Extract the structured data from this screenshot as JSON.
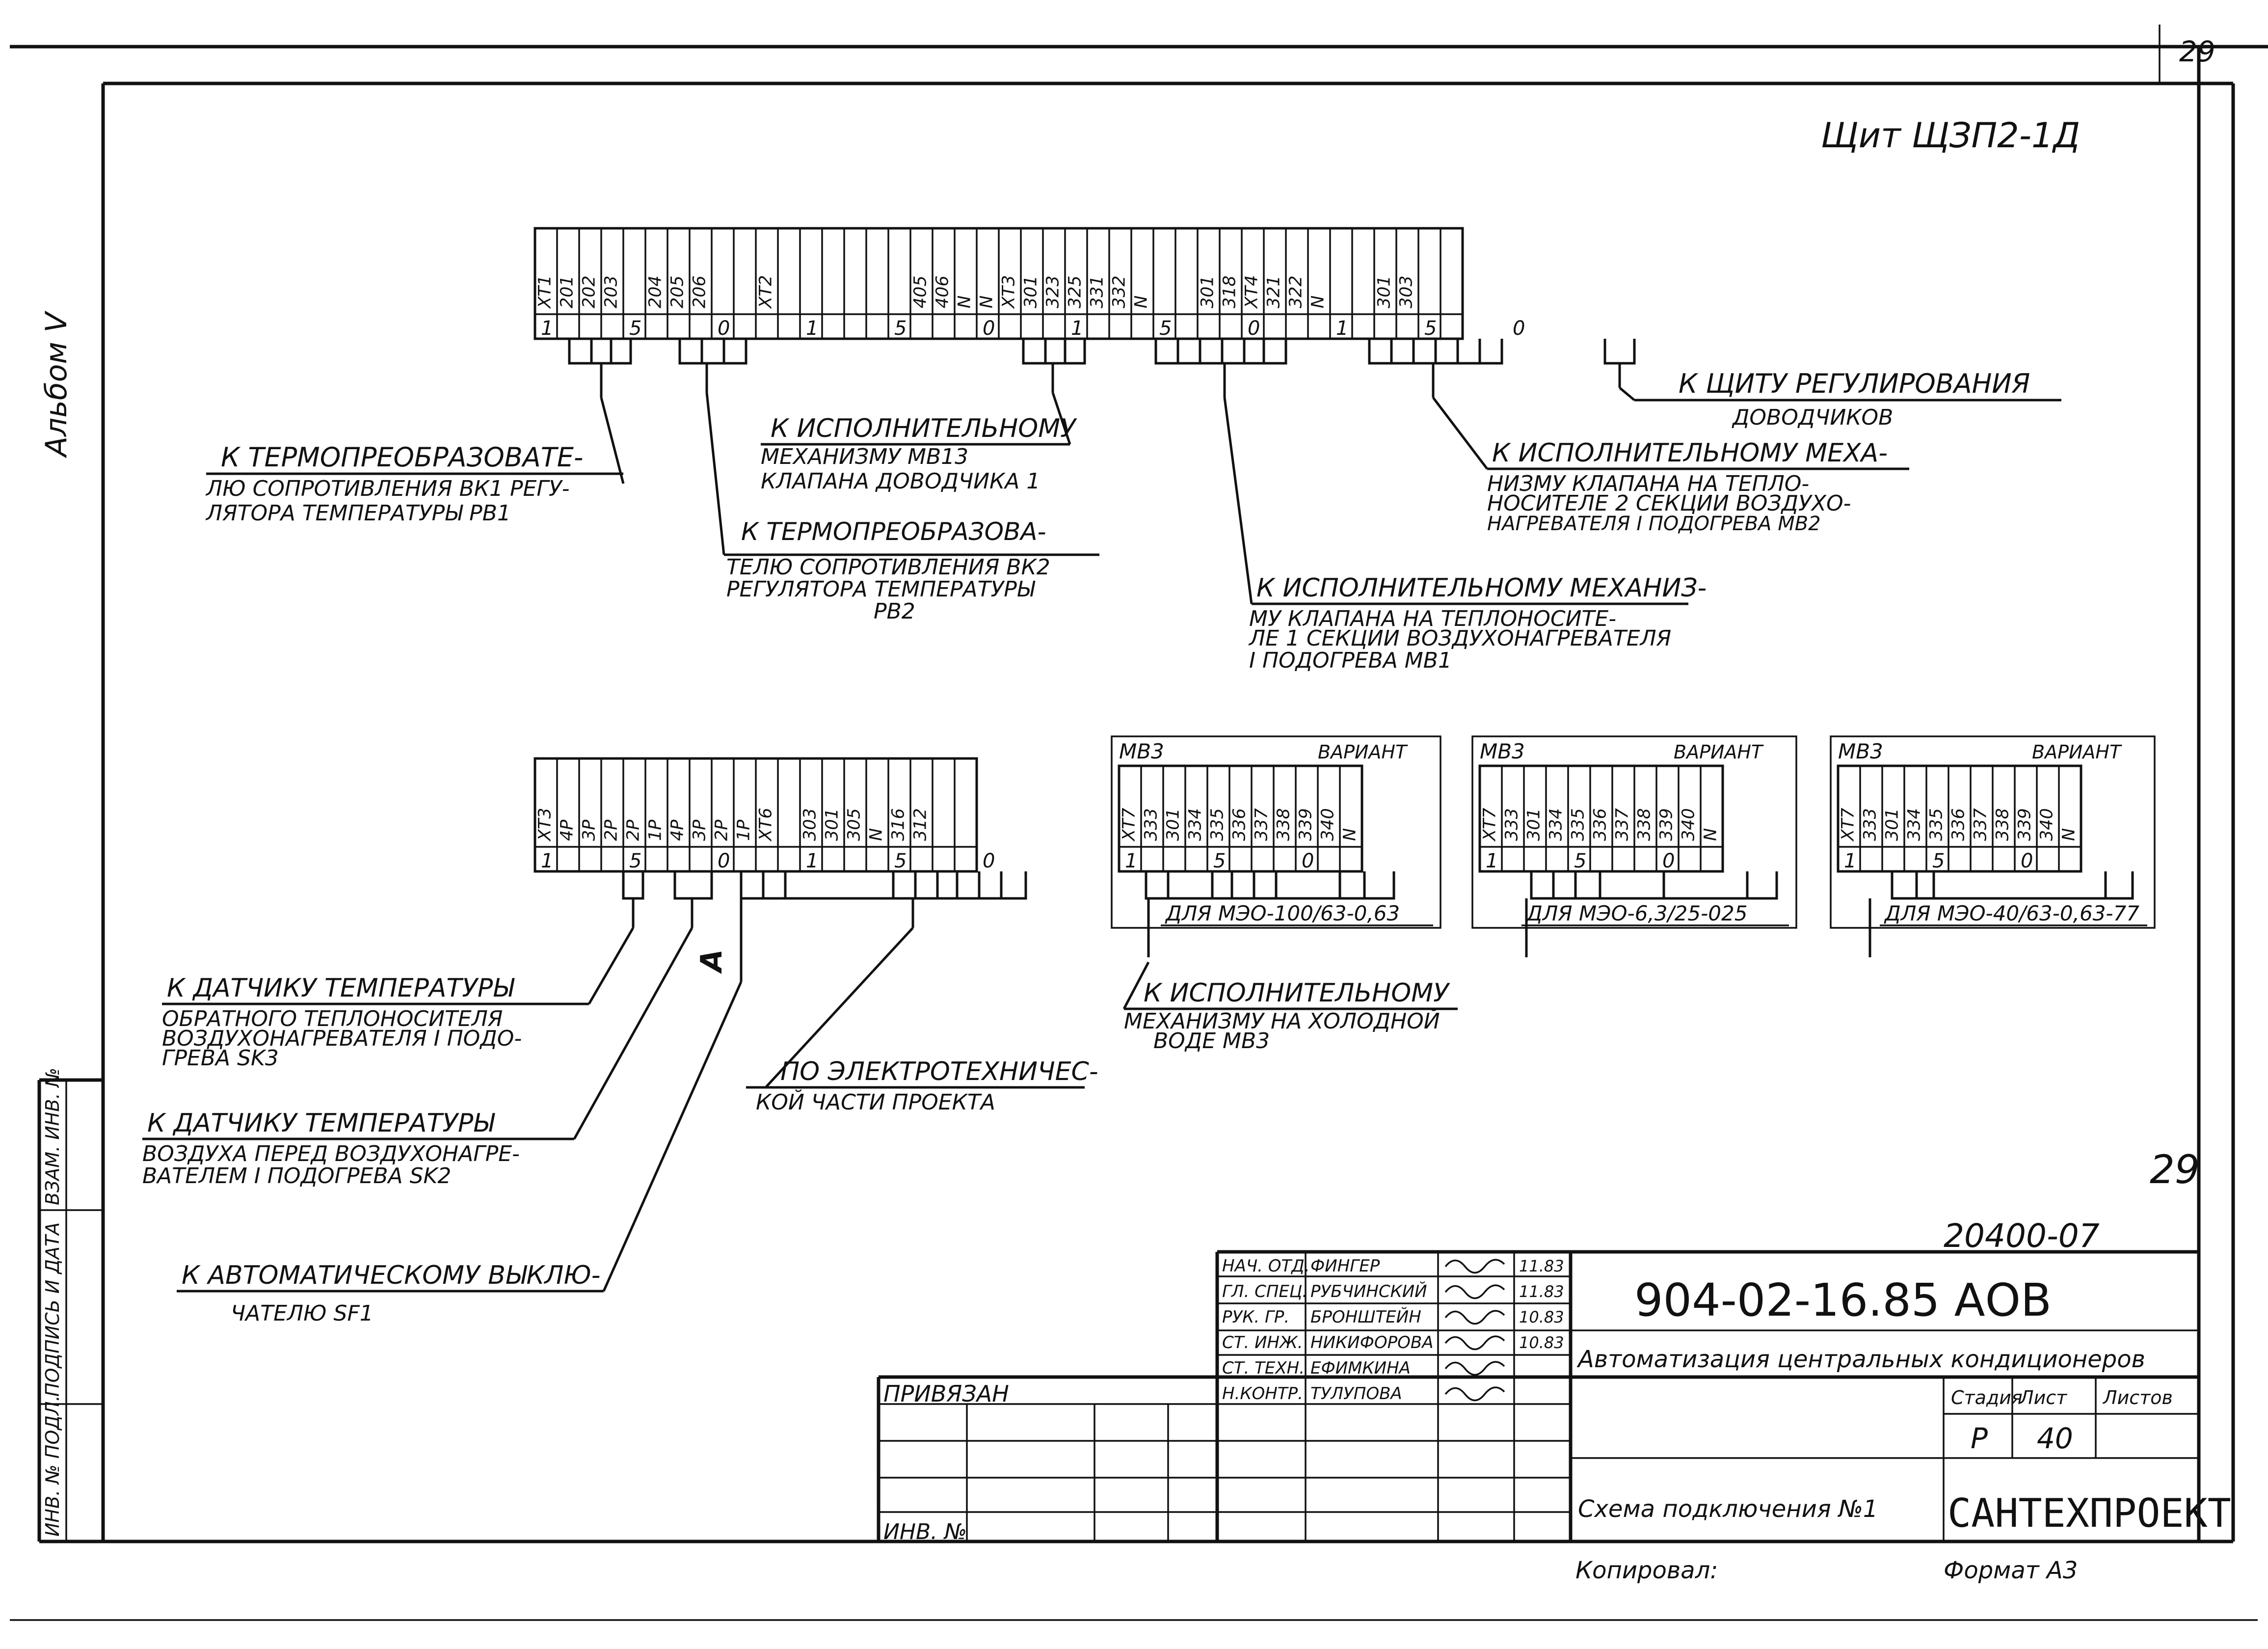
{
  "sheet": {
    "number_top": "29",
    "number_mid": "29",
    "album": "Альбом V",
    "panel_title": "Щит ЩЗП2-1Д"
  },
  "top_strip": {
    "terminals": [
      "ХТ1",
      "201",
      "202",
      "203",
      "",
      "204",
      "205",
      "206",
      "",
      "",
      "ХТ2",
      "",
      "",
      "",
      "",
      "",
      "",
      "405",
      "406",
      "N",
      "N",
      "ХТ3",
      "301",
      "323",
      "325",
      "331",
      "332",
      "N",
      "",
      "",
      "301",
      "318",
      "ХТ4",
      "321",
      "322",
      "N",
      "",
      "",
      "301",
      "303",
      "",
      ""
    ],
    "marks": [
      "1",
      "5",
      "0",
      "1",
      "5",
      "0",
      "1",
      "5",
      "0",
      "1",
      "5",
      "0"
    ]
  },
  "bottom_strip": {
    "terminals": [
      "ХТ3",
      "4Р",
      "3Р",
      "2Р",
      "2Р",
      "1Р",
      "4Р",
      "3Р",
      "2Р",
      "1Р",
      "ХТ6",
      "",
      "303",
      "301",
      "305",
      "N",
      "316",
      "312",
      "",
      ""
    ],
    "marks": [
      "1",
      "5",
      "0",
      "1",
      "5",
      "0"
    ],
    "letter_a": "A"
  },
  "variants": [
    {
      "header_left": "МВ3",
      "header_right": "ВАРИАНТ",
      "terminals": [
        "ХТ7",
        "333",
        "301",
        "334",
        "335",
        "336",
        "337",
        "338",
        "339",
        "340",
        "N"
      ],
      "marks": [
        "1",
        "5",
        "0"
      ],
      "note": "ДЛЯ МЭО-100/63-0,63"
    },
    {
      "header_left": "МВ3",
      "header_right": "ВАРИАНТ",
      "terminals": [
        "ХТ7",
        "333",
        "301",
        "334",
        "335",
        "336",
        "337",
        "338",
        "339",
        "340",
        "N"
      ],
      "marks": [
        "1",
        "5",
        "0"
      ],
      "note": "ДЛЯ МЭО-6,3/25-025"
    },
    {
      "header_left": "МВ3",
      "header_right": "ВАРИАНТ",
      "terminals": [
        "ХТ7",
        "333",
        "301",
        "334",
        "335",
        "336",
        "337",
        "338",
        "339",
        "340",
        "N"
      ],
      "marks": [
        "1",
        "5",
        "0"
      ],
      "note": "ДЛЯ МЭО-40/63-0,63-77"
    }
  ],
  "callouts": {
    "c1": [
      "К ТЕРМОПРЕОБРАЗОВАТЕ-",
      "ЛЮ СОПРОТИВЛЕНИЯ ВК1 РЕГУ-",
      "ЛЯТОРА ТЕМПЕРАТУРЫ РВ1"
    ],
    "c2": [
      "К ТЕРМОПРЕОБРАЗОВА-",
      "ТЕЛЮ СОПРОТИВЛЕНИЯ ВК2",
      "РЕГУЛЯТОРА ТЕМПЕРАТУРЫ",
      "РВ2"
    ],
    "c3": [
      "К ИСПОЛНИТЕЛЬНОМУ",
      "МЕХАНИЗМУ МВ13",
      "КЛАПАНА ДОВОДЧИКА 1"
    ],
    "c4": [
      "К ИСПОЛНИТЕЛЬНОМУ МЕХАНИЗ-",
      "МУ КЛАПАНА НА ТЕПЛОНОСИТЕ-",
      "ЛЕ 1 СЕКЦИИ ВОЗДУХОНАГРЕВАТЕЛЯ",
      "I ПОДОГРЕВА МВ1"
    ],
    "c5": [
      "К ИСПОЛНИТЕЛЬНОМУ МЕХА-",
      "НИЗМУ КЛАПАНА НА ТЕПЛО-",
      "НОСИТЕЛЕ 2 СЕКЦИИ ВОЗДУХО-",
      "НАГРЕВАТЕЛЯ I ПОДОГРЕВА МВ2"
    ],
    "c6": [
      "К ЩИТУ РЕГУЛИРОВАНИЯ",
      "ДОВОДЧИКОВ"
    ],
    "c7": [
      "К ДАТЧИКУ ТЕМПЕРАТУРЫ",
      "ОБРАТНОГО ТЕПЛОНОСИТЕЛЯ",
      "ВОЗДУХОНАГРЕВАТЕЛЯ I ПОДО-",
      "ГРЕВА SK3"
    ],
    "c8": [
      "К ДАТЧИКУ ТЕМПЕРАТУРЫ",
      "ВОЗДУХА ПЕРЕД ВОЗДУХОНАГРЕ-",
      "ВАТЕЛЕМ I ПОДОГРЕВА SK2"
    ],
    "c9": [
      "К АВТОМАТИЧЕСКОМУ ВЫКЛЮ-",
      "ЧАТЕЛЮ SF1"
    ],
    "c10": [
      "ПО ЭЛЕКТРОТЕХНИЧЕС-",
      "КОЙ ЧАСТИ ПРОЕКТА"
    ],
    "c11": [
      "К ИСПОЛНИТЕЛЬНОМУ",
      "МЕХАНИЗМУ НА ХОЛОДНОЙ",
      "ВОДЕ МВ3"
    ]
  },
  "title_block": {
    "project_no": "20400-07",
    "code": "904-02-16.85 АОВ",
    "title": "Автоматизация центральных кондиционеров",
    "sheet_title": "Схема подключения №1",
    "org": "САНТЕХПРОЕКТ",
    "stage_label": "Стадия",
    "sheet_label": "Лист",
    "sheets_label": "Листов",
    "stage": "Р",
    "sheet": "40",
    "privyazan": "ПРИВЯЗАН",
    "inv_no": "ИНВ. №",
    "signatures": [
      {
        "role": "НАЧ. ОТД.",
        "name": "ФИНГЕР",
        "date": "11.83"
      },
      {
        "role": "ГЛ. СПЕЦ.",
        "name": "РУБЧИНСКИЙ",
        "date": "11.83"
      },
      {
        "role": "РУК. ГР.",
        "name": "БРОНШТЕЙН",
        "date": "10.83"
      },
      {
        "role": "СТ. ИНЖ.",
        "name": "НИКИФОРОВА",
        "date": "10.83"
      },
      {
        "role": "СТ. ТЕХН.",
        "name": "ЕФИМКИНА",
        "date": ""
      },
      {
        "role": "Н.КОНТР.",
        "name": "ТУЛУПОВА",
        "date": ""
      }
    ],
    "copied": "Копировал:",
    "format": "Формат А3"
  },
  "side_stamp": [
    "ИНВ. № ПОДЛ.",
    "ПОДПИСЬ И ДАТА",
    "ВЗАМ. ИНВ. №"
  ]
}
